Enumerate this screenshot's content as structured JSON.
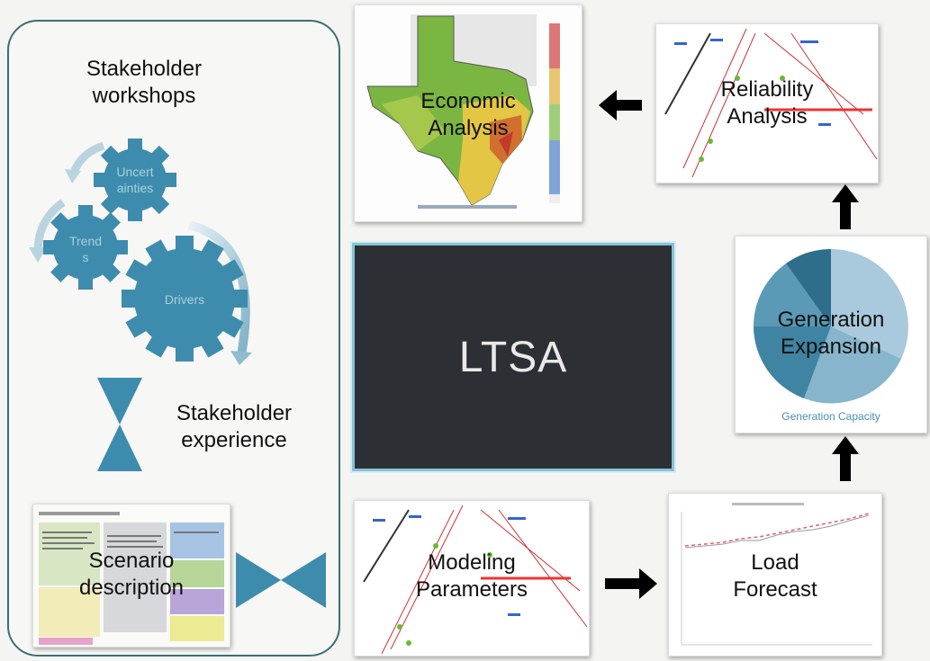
{
  "left_panel": {
    "title_line1": "Stakeholder",
    "title_line2": "workshops",
    "gears": {
      "uncertainties_line1": "Uncert",
      "uncertainties_line2": "ainties",
      "trends_line1": "Trend",
      "trends_line2": "s",
      "drivers": "Drivers"
    },
    "experience_line1": "Stakeholder",
    "experience_line2": "experience",
    "scenario_line1": "Scenario",
    "scenario_line2": "description"
  },
  "center": {
    "label": "LTSA"
  },
  "cards": {
    "economic": {
      "line1": "Economic",
      "line2": "Analysis"
    },
    "reliability": {
      "line1": "Reliability",
      "line2": "Analysis"
    },
    "generation": {
      "line1": "Generation",
      "line2": "Expansion",
      "caption": "Generation Capacity"
    },
    "modeling": {
      "line1": "Modeling",
      "line2": "Parameters"
    },
    "load": {
      "line1": "Load",
      "line2": "Forecast"
    }
  },
  "colors": {
    "accent_teal": "#3e8cad",
    "panel_border": "#3d6e73",
    "ltsa_bg": "#2c3035",
    "ltsa_border": "#88c2d4",
    "arrow": "#000000"
  }
}
